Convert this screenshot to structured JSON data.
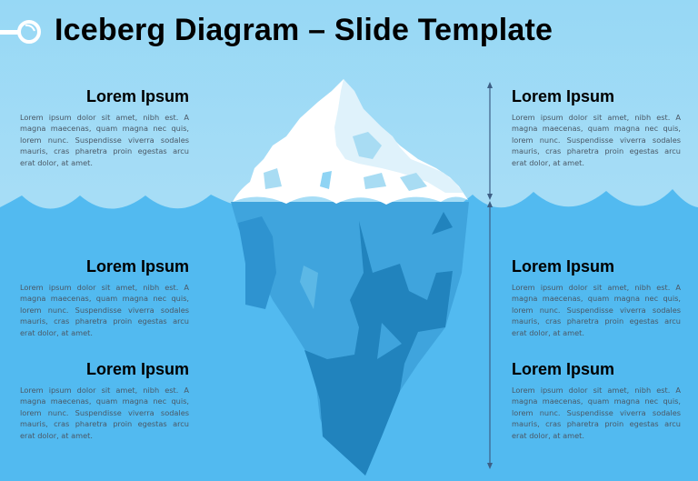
{
  "title": "Iceberg Diagram – Slide Template",
  "icon": "key-icon",
  "colors": {
    "sky": "#a6ddf6",
    "water": "#52baf0",
    "ice_white": "#ffffff",
    "ice_light": "#dff2fb",
    "ice_underwater": "#3fa4dd",
    "ice_underwater_dark": "#2183bd",
    "arrow": "#3d5f85"
  },
  "left_blocks": [
    {
      "heading": "Lorem Ipsum",
      "body": "Lorem ipsum dolor sit amet, nibh est. A magna maecenas, quam magna nec quis, lorem nunc. Suspendisse viverra sodales mauris, cras pharetra proin egestas arcu erat dolor, at amet."
    },
    {
      "heading": "Lorem Ipsum",
      "body": "Lorem ipsum dolor sit amet, nibh est. A magna maecenas, quam magna nec quis, lorem nunc. Suspendisse viverra sodales mauris, cras pharetra proin egestas arcu erat dolor, at amet."
    },
    {
      "heading": "Lorem Ipsum",
      "body": "Lorem ipsum dolor sit amet, nibh est. A magna maecenas, quam magna nec quis, lorem nunc. Suspendisse viverra sodales mauris, cras pharetra proin egestas arcu erat dolor, at amet."
    }
  ],
  "right_blocks": [
    {
      "heading": "Lorem Ipsum",
      "body": "Lorem ipsum dolor sit amet, nibh est. A magna maecenas, quam magna nec quis, lorem nunc. Suspendisse viverra sodales mauris, cras pharetra proin egestas arcu erat dolor, at amet."
    },
    {
      "heading": "Lorem Ipsum",
      "body": "Lorem ipsum dolor sit amet, nibh est. A magna maecenas, quam magna nec quis, lorem nunc. Suspendisse viverra sodales mauris, cras pharetra proin egestas arcu erat dolor, at amet."
    },
    {
      "heading": "Lorem Ipsum",
      "body": "Lorem ipsum dolor sit amet, nibh est. A magna maecenas, quam magna nec quis, lorem nunc. Suspendisse viverra sodales mauris, cras pharetra proin egestas arcu erat dolor, at amet."
    }
  ]
}
